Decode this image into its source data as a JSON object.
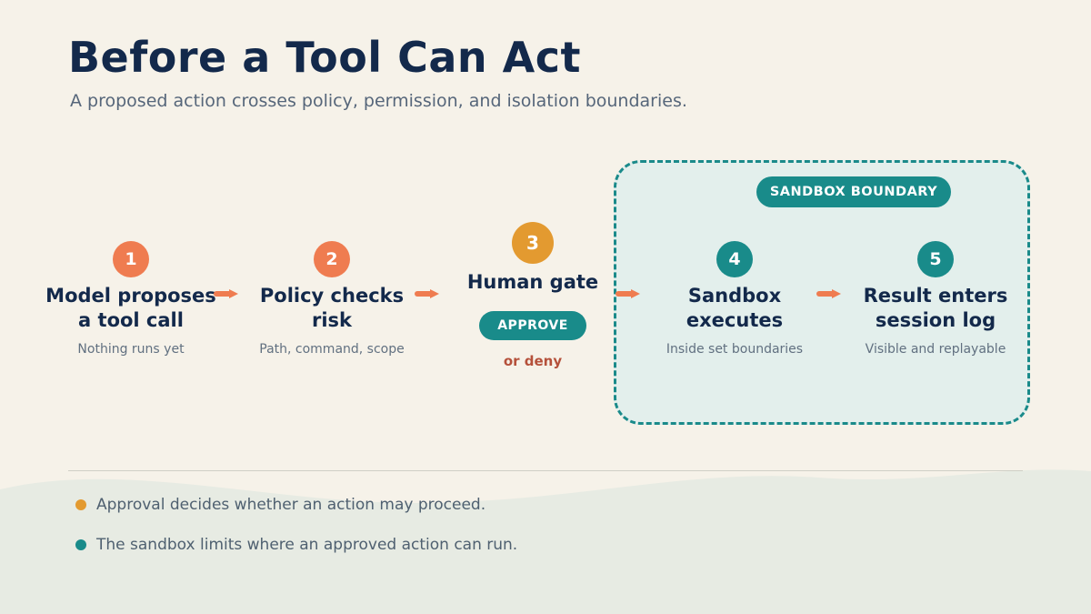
{
  "title": "Before a Tool Can Act",
  "subtitle": "A proposed action crosses policy, permission, and isolation boundaries.",
  "sandbox_label": "SANDBOX BOUNDARY",
  "steps": [
    {
      "number": "1",
      "title_line1": "Model proposes",
      "title_line2": "a tool call",
      "caption": "Nothing runs yet"
    },
    {
      "number": "2",
      "title_line1": "Policy checks",
      "title_line2": "risk",
      "caption": "Path, command, scope"
    },
    {
      "number": "3",
      "title_line1": "Human gate",
      "approve_label": "APPROVE",
      "deny_label": "or deny"
    },
    {
      "number": "4",
      "title_line1": "Sandbox",
      "title_line2": "executes",
      "caption": "Inside set boundaries"
    },
    {
      "number": "5",
      "title_line1": "Result enters",
      "title_line2": "session log",
      "caption": "Visible and replayable"
    }
  ],
  "notes": [
    {
      "text": "Approval decides whether an action may proceed.",
      "color": "#e39a30"
    },
    {
      "text": "The sandbox limits where an approved action can run.",
      "color": "#198b8a"
    }
  ],
  "colors": {
    "orange": "#ef7c50",
    "gold": "#e39a30",
    "teal": "#198b8a",
    "navy": "#13294b",
    "deny": "#b5513b"
  }
}
